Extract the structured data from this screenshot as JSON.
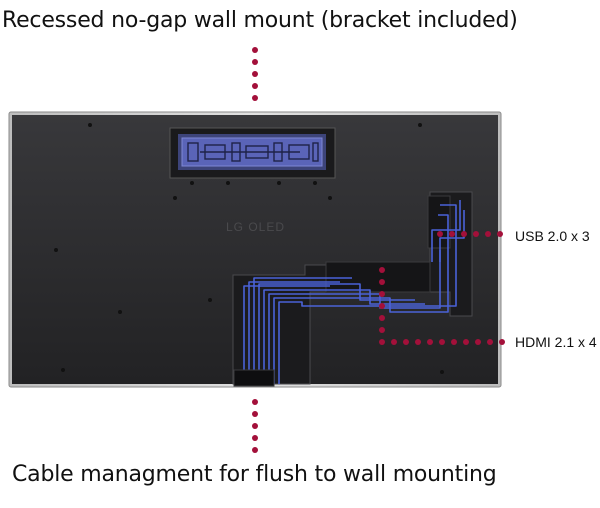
{
  "captions": {
    "top": "Recessed no-gap wall mount (bracket included)",
    "bottom": "Cable managment for flush to wall mounting"
  },
  "tv": {
    "logo_text": "LG OLED"
  },
  "ports": {
    "usb_label": "USB 2.0 x 3",
    "hdmi_label": "HDMI 2.1 x 4"
  },
  "colors": {
    "dot_accent": "#a3103a",
    "panel_back": "#2b2b2d",
    "cable_blue": "#4a62d8",
    "bracket_blue": "#5a64b8"
  }
}
